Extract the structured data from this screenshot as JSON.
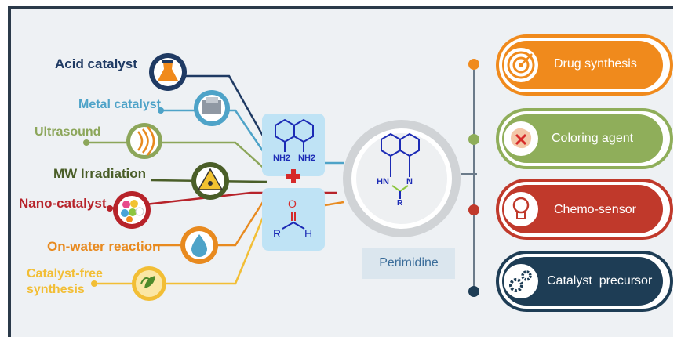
{
  "methods": [
    {
      "key": "acid",
      "label": "Acid catalyst",
      "color": "#1f3a63",
      "icon": "flask-icon"
    },
    {
      "key": "metal",
      "label": "Metal catalyst",
      "color": "#4ea3c8",
      "icon": "metal-block-icon"
    },
    {
      "key": "ultrasound",
      "label": "Ultrasound",
      "color": "#8ca65a",
      "icon": "ultrasound-waves-icon"
    },
    {
      "key": "mw",
      "label": "MW Irradiation",
      "color": "#4a5e28",
      "icon": "radiation-icon"
    },
    {
      "key": "nano",
      "label": "Nano-catalyst",
      "color": "#b7232a",
      "icon": "nanoparticle-icon"
    },
    {
      "key": "water",
      "label": "On-water reaction",
      "color": "#e88a1f",
      "icon": "water-drop-icon"
    },
    {
      "key": "free",
      "label": "Catalyst-free\nsynthesis",
      "color": "#f2be35",
      "icon": "leaf-icon"
    }
  ],
  "reactants": {
    "diamine_left_sub": "NH2",
    "diamine_right_sub": "NH2",
    "aldehyde_o": "O",
    "aldehyde_r": "R",
    "aldehyde_h": "H"
  },
  "product": {
    "label": "Perimidine",
    "hn": "HN",
    "n": "N",
    "r": "R"
  },
  "applications": [
    {
      "key": "drug",
      "label": "Drug synthesis",
      "color": "#f08a1c",
      "icon": "target-icon"
    },
    {
      "key": "coloring",
      "label": "Coloring agent",
      "color": "#8fae5a",
      "icon": "paint-splash-icon"
    },
    {
      "key": "sensor",
      "label": "Chemo-sensor",
      "color": "#c0392b",
      "icon": "lightbulb-icon"
    },
    {
      "key": "precursor",
      "label": "Catalyst  precursor",
      "color": "#1e3d55",
      "icon": "gears-icon"
    }
  ]
}
